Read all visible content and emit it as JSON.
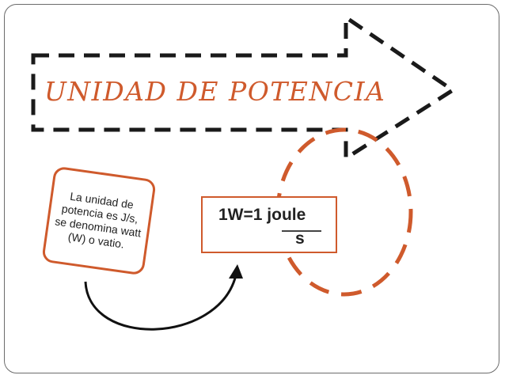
{
  "title": "UNIDAD DE POTENCIA",
  "note": {
    "text": "La unidad de potencia es J/s, se denomina watt (W) o vatio."
  },
  "formula": {
    "numerator": "1W=1 joule",
    "denominator": "s"
  },
  "colors": {
    "accent": "#cf5a2c",
    "dashed_arrow": "#1a1a1a",
    "frame": "#6b6b6b"
  }
}
